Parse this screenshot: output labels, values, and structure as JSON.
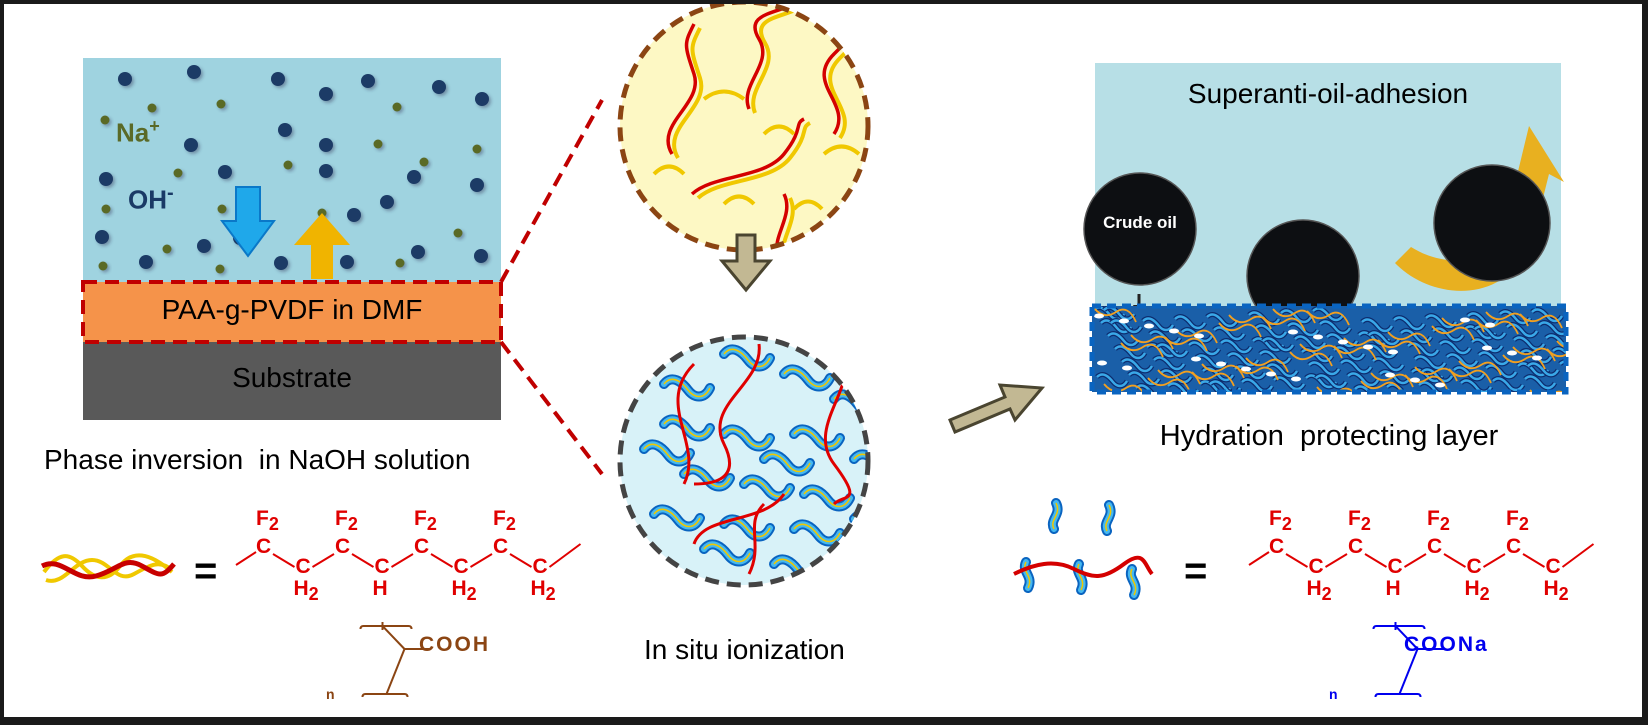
{
  "left_panel": {
    "ion_na": "Na",
    "ion_na_charge": "+",
    "ion_oh": "OH",
    "ion_oh_charge": "-",
    "film_label": "PAA-g-PVDF in DMF",
    "substrate_label": "Substrate",
    "caption": "Phase inversion  in NaOH solution"
  },
  "center_panel": {
    "caption": "In situ ionization"
  },
  "right_panel": {
    "title": "Superanti-oil-adhesion",
    "oil_label": "Crude oil",
    "caption": "Hydration  protecting layer"
  },
  "formula_left": {
    "equals": "=",
    "f2": "F",
    "f2_sub": "2",
    "c": "C",
    "h": "H",
    "h2_sub": "2",
    "side_group": "COOH",
    "repeat": "n"
  },
  "formula_right": {
    "equals": "=",
    "f2": "F",
    "f2_sub": "2",
    "c": "C",
    "h": "H",
    "h2_sub": "2",
    "side_group": "COONa",
    "repeat": "n"
  },
  "colors": {
    "solution_bg": "#9fd3e0",
    "film": "#f5934a",
    "film_border": "#c00000",
    "substrate": "#595959",
    "oh_ion": "#1a3a66",
    "na_ion": "#5a6a28",
    "blue_arrow": "#1fa8ea",
    "yellow_arrow": "#f0b400",
    "backbone": "#e00000",
    "paa_chain": "#f0c800",
    "cooh": "#8b4513",
    "coona": "#0000ee",
    "process_arrow": "#c2b893",
    "oil": "#0d0f12",
    "water_bg": "#b7dfe6"
  }
}
